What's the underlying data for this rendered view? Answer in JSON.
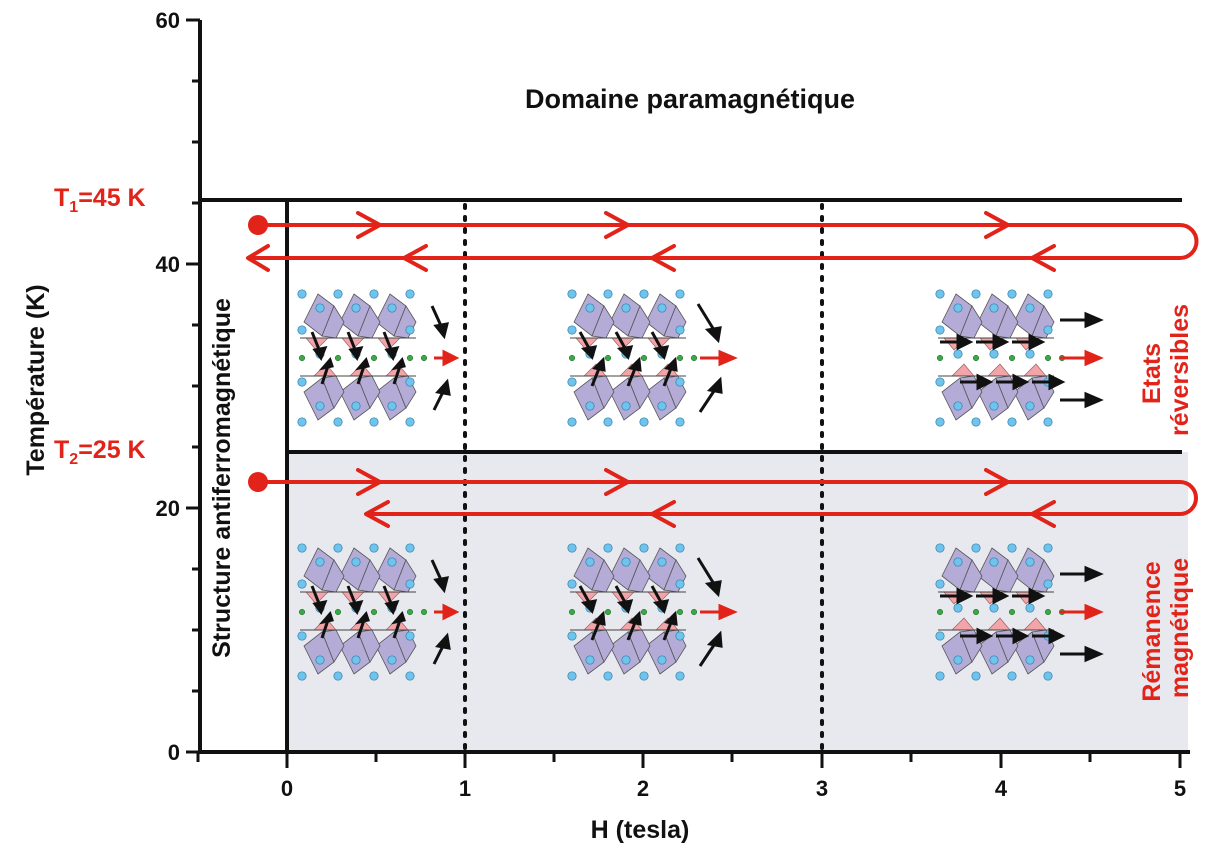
{
  "diagram": {
    "title_region": "Domaine paramagnétique",
    "xlabel": "H (tesla)",
    "ylabel": "Température (K)",
    "x_ticks": [
      "0",
      "1",
      "2",
      "3",
      "4",
      "5"
    ],
    "y_ticks": [
      "0",
      "20",
      "40",
      "60"
    ],
    "afm_label": "Structure antiferromagnétique",
    "t1": {
      "T": "T",
      "sub": "1",
      "rest": "=45 K"
    },
    "t2": {
      "T": "T",
      "sub": "2",
      "rest": "=25 K"
    },
    "reversible_label": [
      "Etats",
      "réversibles"
    ],
    "remanence_label": [
      "Rémanence",
      "magnétique"
    ],
    "colors": {
      "red": "#e2231a",
      "grey_region": "#e7e9ee",
      "polyhedra": "#b4acd6",
      "atoms": "#6ec4ec",
      "small_atoms": "#3aa845",
      "pink": "#f2a4a8"
    }
  }
}
